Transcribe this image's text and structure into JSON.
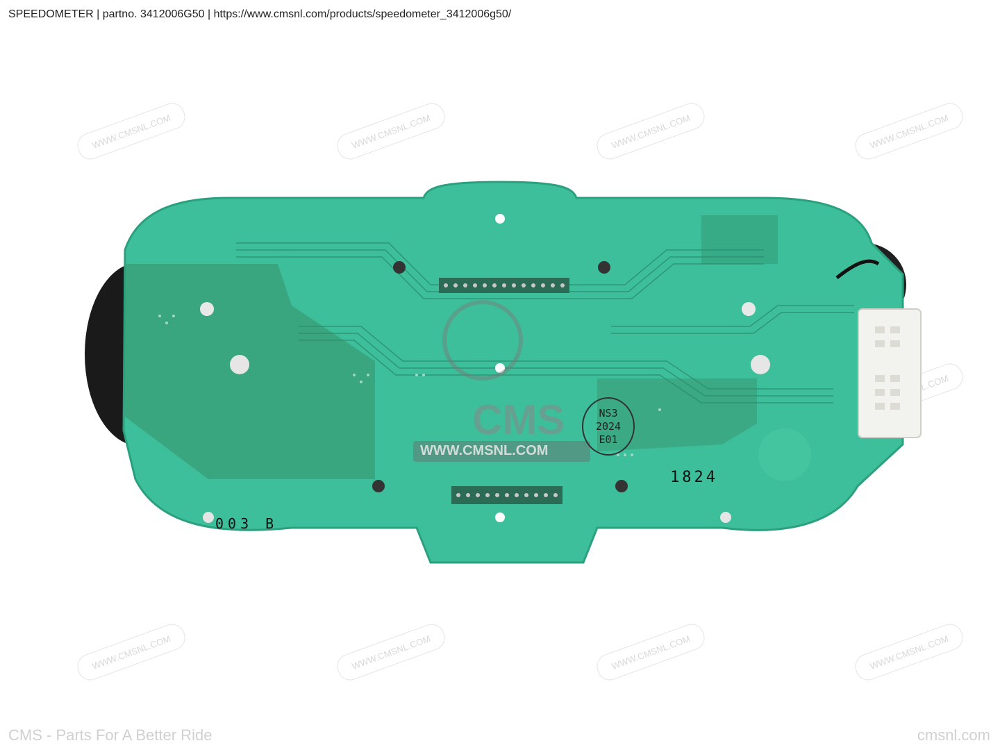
{
  "header": {
    "caption": "SPEEDOMETER | partno. 3412006G50  | https://www.cmsnl.com/products/speedometer_3412006g50/"
  },
  "watermark": {
    "url": "WWW.CMSNL.COM",
    "logo": "CMS",
    "logo_url": "WWW.CMSNL.COM"
  },
  "board_markings": {
    "code1": "1824",
    "code2": "003 B",
    "stamp_line1": "NS3",
    "stamp_line2": "2024",
    "stamp_line3": "E01"
  },
  "footer": {
    "left": "CMS - Parts For A Better Ride",
    "right": "cmsnl.com"
  },
  "colors": {
    "pcb": "#3cbf9a",
    "pcb_dark": "#2e9e7c",
    "connector": "#f2f2ee",
    "background": "#ffffff"
  }
}
